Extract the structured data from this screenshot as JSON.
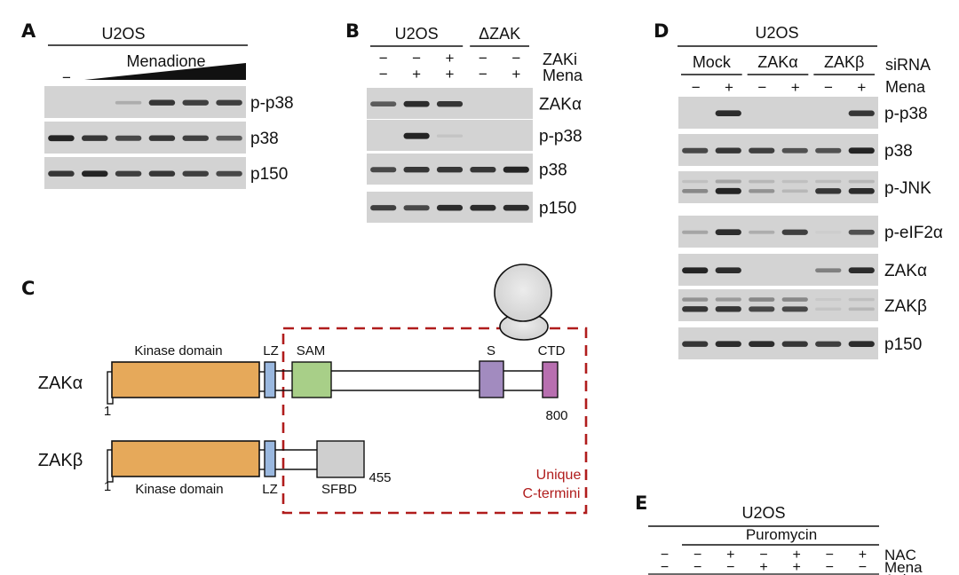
{
  "figure": {
    "panels": {
      "A": {
        "letter": "A",
        "cell_line": "U2OS",
        "treatment": "Menadione",
        "untreated_symbol": "−",
        "lanes": 6,
        "rows": [
          {
            "label": "p-p38",
            "bands": [
              0,
              0,
              0.2,
              0.85,
              0.8,
              0.8
            ]
          },
          {
            "label": "p38",
            "bands": [
              0.95,
              0.85,
              0.75,
              0.85,
              0.8,
              0.65
            ]
          },
          {
            "label": "p150",
            "bands": [
              0.85,
              0.95,
              0.8,
              0.85,
              0.8,
              0.75
            ]
          }
        ]
      },
      "B": {
        "letter": "B",
        "groups": [
          {
            "label": "U2OS",
            "lanes": 3
          },
          {
            "label": "ΔZAK",
            "lanes": 2
          }
        ],
        "conditions": [
          {
            "label": "ZAKi",
            "values": [
              "−",
              "−",
              "+",
              "−",
              "−"
            ]
          },
          {
            "label": "Mena",
            "values": [
              "−",
              "+",
              "+",
              "−",
              "+"
            ]
          }
        ],
        "rows": [
          {
            "label": "ZAKα",
            "bands": [
              0.65,
              0.9,
              0.85,
              0,
              0
            ]
          },
          {
            "label": "p-p38",
            "bands": [
              0,
              0.95,
              0.08,
              0,
              0
            ]
          },
          {
            "label": "p38",
            "bands": [
              0.75,
              0.85,
              0.85,
              0.85,
              0.95
            ]
          },
          {
            "label": "p150",
            "bands": [
              0.8,
              0.75,
              0.9,
              0.9,
              0.9
            ]
          }
        ]
      },
      "C": {
        "letter": "C",
        "boxed_label_line1": "Unique",
        "boxed_label_line2": "C-termini",
        "box_color": "#b01c1c",
        "proteins": [
          {
            "name": "ZAKα",
            "start": "1",
            "end": "800",
            "domains": [
              {
                "name": "Kinase domain",
                "color": "#e6a95a"
              },
              {
                "name": "LZ",
                "color": "#9ab8df"
              },
              {
                "name": "SAM",
                "color": "#a8cf88"
              },
              {
                "name": "S",
                "color": "#a28bbf"
              },
              {
                "name": "CTD",
                "color": "#b86fb0"
              }
            ]
          },
          {
            "name": "ZAKβ",
            "start": "1",
            "end": "455",
            "domains": [
              {
                "name": "Kinase domain",
                "color": "#e6a95a"
              },
              {
                "name": "LZ",
                "color": "#9ab8df"
              },
              {
                "name": "SFBD",
                "color": "#cfcfcf"
              }
            ]
          }
        ],
        "ribosome_color": "#d6d6d6"
      },
      "D": {
        "letter": "D",
        "cell_line": "U2OS",
        "groups": [
          {
            "label": "Mock",
            "lanes": 2
          },
          {
            "label": "ZAKα",
            "lanes": 2
          },
          {
            "label": "ZAKβ",
            "lanes": 2
          }
        ],
        "group_suffix": "siRNA",
        "conditions": [
          {
            "label": "Mena",
            "values": [
              "−",
              "+",
              "−",
              "+",
              "−",
              "+"
            ]
          }
        ],
        "rows": [
          {
            "label": "p-p38",
            "bands": [
              0,
              0.9,
              0,
              0,
              0,
              0.85
            ]
          },
          {
            "label": "p38",
            "bands": [
              0.75,
              0.85,
              0.8,
              0.7,
              0.7,
              0.95
            ]
          },
          {
            "label": "p-JNK",
            "bands": [
              0.4,
              0.95,
              0.35,
              0.15,
              0.85,
              0.9
            ],
            "upper": [
              0.1,
              0.25,
              0.15,
              0.1,
              0.12,
              0.15
            ]
          },
          {
            "label": "p-eIF2α",
            "bands": [
              0.25,
              0.9,
              0.2,
              0.8,
              0.03,
              0.7
            ]
          },
          {
            "label": "ZAKα",
            "bands": [
              0.95,
              0.9,
              0,
              0,
              0.45,
              0.9
            ]
          },
          {
            "label": "ZAKβ",
            "bands": [
              0.85,
              0.85,
              0.75,
              0.75,
              0.08,
              0.15
            ],
            "upper": [
              0.35,
              0.3,
              0.4,
              0.4,
              0.06,
              0.1
            ]
          },
          {
            "label": "p150",
            "bands": [
              0.85,
              0.9,
              0.9,
              0.85,
              0.8,
              0.9
            ]
          }
        ]
      },
      "E": {
        "letter": "E",
        "cell_line": "U2OS",
        "treatment": "Puromycin",
        "conditions": [
          {
            "label": "NAC",
            "values": [
              "−",
              "−",
              "+",
              "−",
              "+",
              "−",
              "+"
            ]
          },
          {
            "label": "Mena",
            "values": [
              "−",
              "−",
              "−",
              "+",
              "+",
              "−",
              "−"
            ]
          },
          {
            "label": "Ani",
            "values": [
              "−",
              "−",
              "−",
              "−",
              "−",
              "+",
              "+"
            ]
          }
        ]
      }
    },
    "colors": {
      "blot_bg": "#d3d3d3",
      "band": "#1a1a1a"
    }
  }
}
